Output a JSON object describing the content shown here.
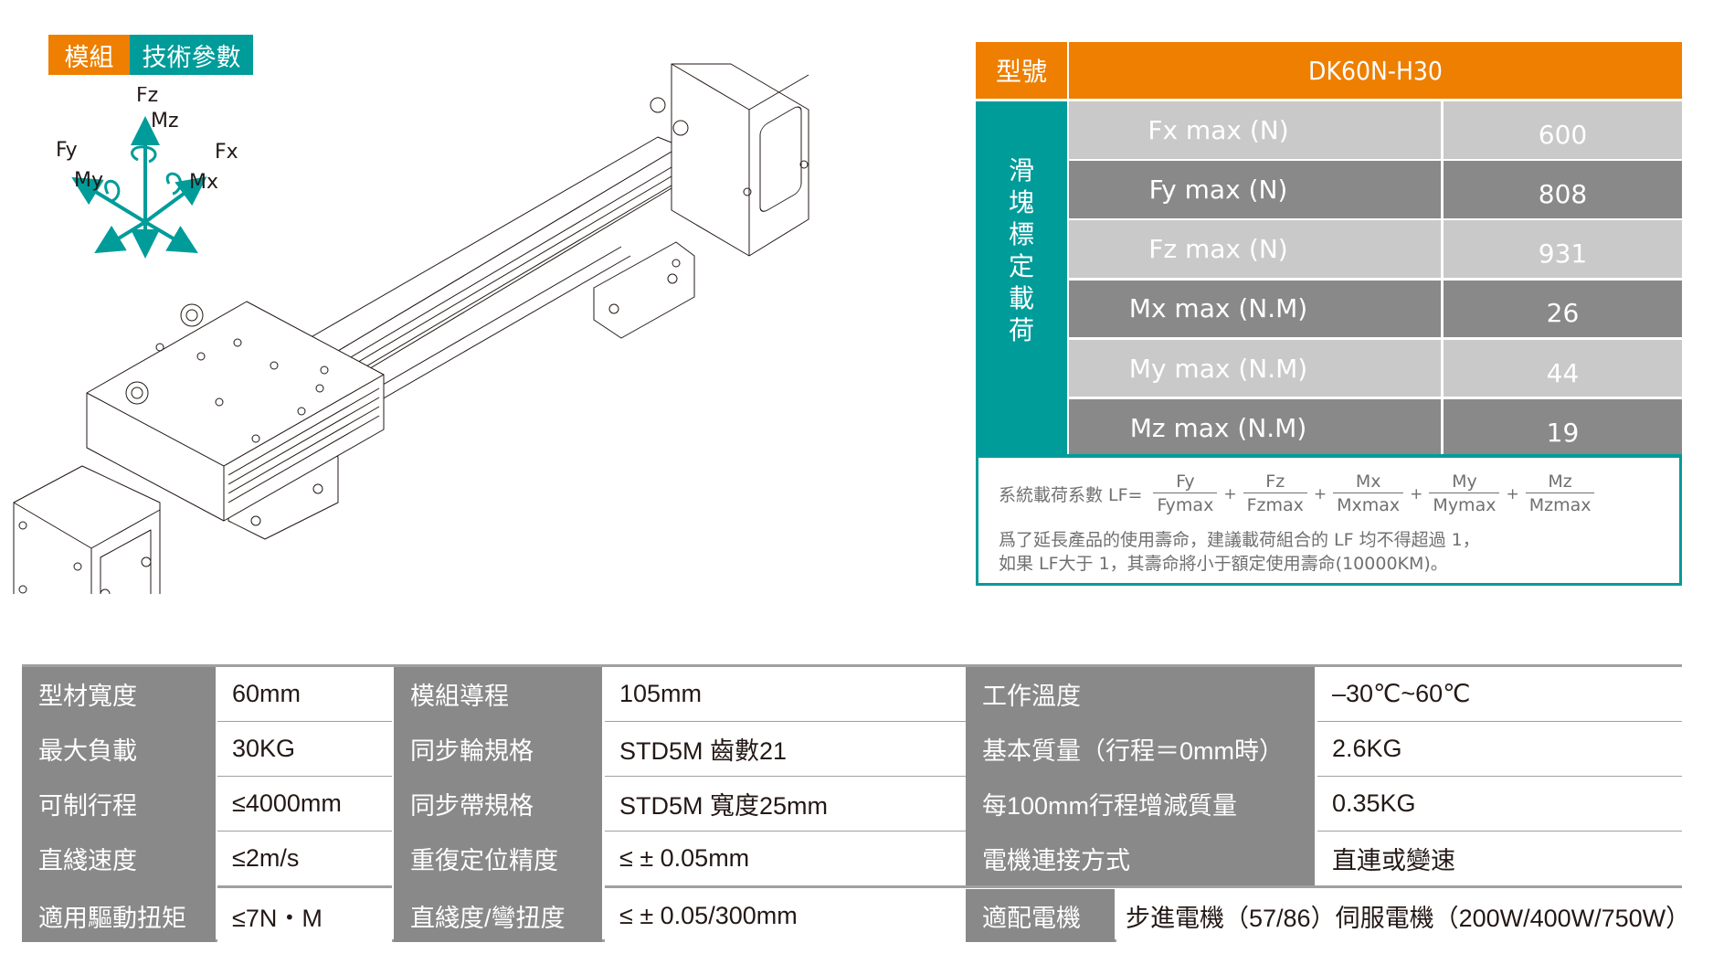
{
  "title_badge": {
    "part1": "模組",
    "part2": "技術參數"
  },
  "axis_diagram": {
    "labels": {
      "fz": "Fz",
      "mz": "Mz",
      "fy": "Fy",
      "fx": "Fx",
      "my": "My",
      "mx": "Mx"
    },
    "color": "#009c9a"
  },
  "load_table": {
    "header_label": "型號",
    "model": "DK60N-H30",
    "side_label": [
      "滑",
      "塊",
      "標",
      "定",
      "載",
      "荷"
    ],
    "rows": [
      {
        "name": "Fx max (N)",
        "value": "600"
      },
      {
        "name": "Fy max (N)",
        "value": "808"
      },
      {
        "name": "Fz max (N)",
        "value": "931"
      },
      {
        "name": "Mx max (N.M)",
        "value": "26"
      },
      {
        "name": "My max (N.M)",
        "value": "44"
      },
      {
        "name": "Mz max (N.M)",
        "value": "19"
      }
    ],
    "colors": {
      "orange": "#ee7f00",
      "teal": "#009c9a",
      "light_gray": "#c9c9ca",
      "dark_gray": "#898989"
    }
  },
  "formula": {
    "label": "系統載荷系數 LF=",
    "terms": [
      {
        "num": "Fy",
        "den": "Fymax"
      },
      {
        "num": "Fz",
        "den": "Fzmax"
      },
      {
        "num": "Mx",
        "den": "Mxmax"
      },
      {
        "num": "My",
        "den": "Mymax"
      },
      {
        "num": "Mz",
        "den": "Mzmax"
      }
    ],
    "plus": "+",
    "note_line1": "爲了延長產品的使用壽命，建議載荷組合的 LF 均不得超過 1，",
    "note_line2": "如果 LF大于 1，其壽命將小于額定使用壽命(10000KM)。"
  },
  "spec_table": {
    "rows": [
      [
        {
          "label": "型材寬度",
          "value": "60mm"
        },
        {
          "label": "模組導程",
          "value": "105mm"
        },
        {
          "label": "工作溫度",
          "value": "–30℃~60℃"
        }
      ],
      [
        {
          "label": "最大負載",
          "value": "30KG"
        },
        {
          "label": "同步輪規格",
          "value": "STD5M 齒數21"
        },
        {
          "label": "基本質量（行程＝0mm時）",
          "value": "2.6KG"
        }
      ],
      [
        {
          "label": "可制行程",
          "value": "≤4000mm"
        },
        {
          "label": "同步帶規格",
          "value": "STD5M 寬度25mm"
        },
        {
          "label": "每100mm行程增減質量",
          "value": "0.35KG"
        }
      ],
      [
        {
          "label": "直綫速度",
          "value": "≤2m/s"
        },
        {
          "label": "重復定位精度",
          "value": "≤ ± 0.05mm"
        },
        {
          "label": "電機連接方式",
          "value": "直連或變速"
        }
      ],
      [
        {
          "label": "適用驅動扭矩",
          "value": "≤7N・M"
        },
        {
          "label": "直綫度/彎扭度",
          "value": "≤ ± 0.05/300mm"
        },
        {
          "label": "適配電機",
          "value": "步進電機（57/86）伺服電機（200W/400W/750W）"
        }
      ]
    ]
  }
}
